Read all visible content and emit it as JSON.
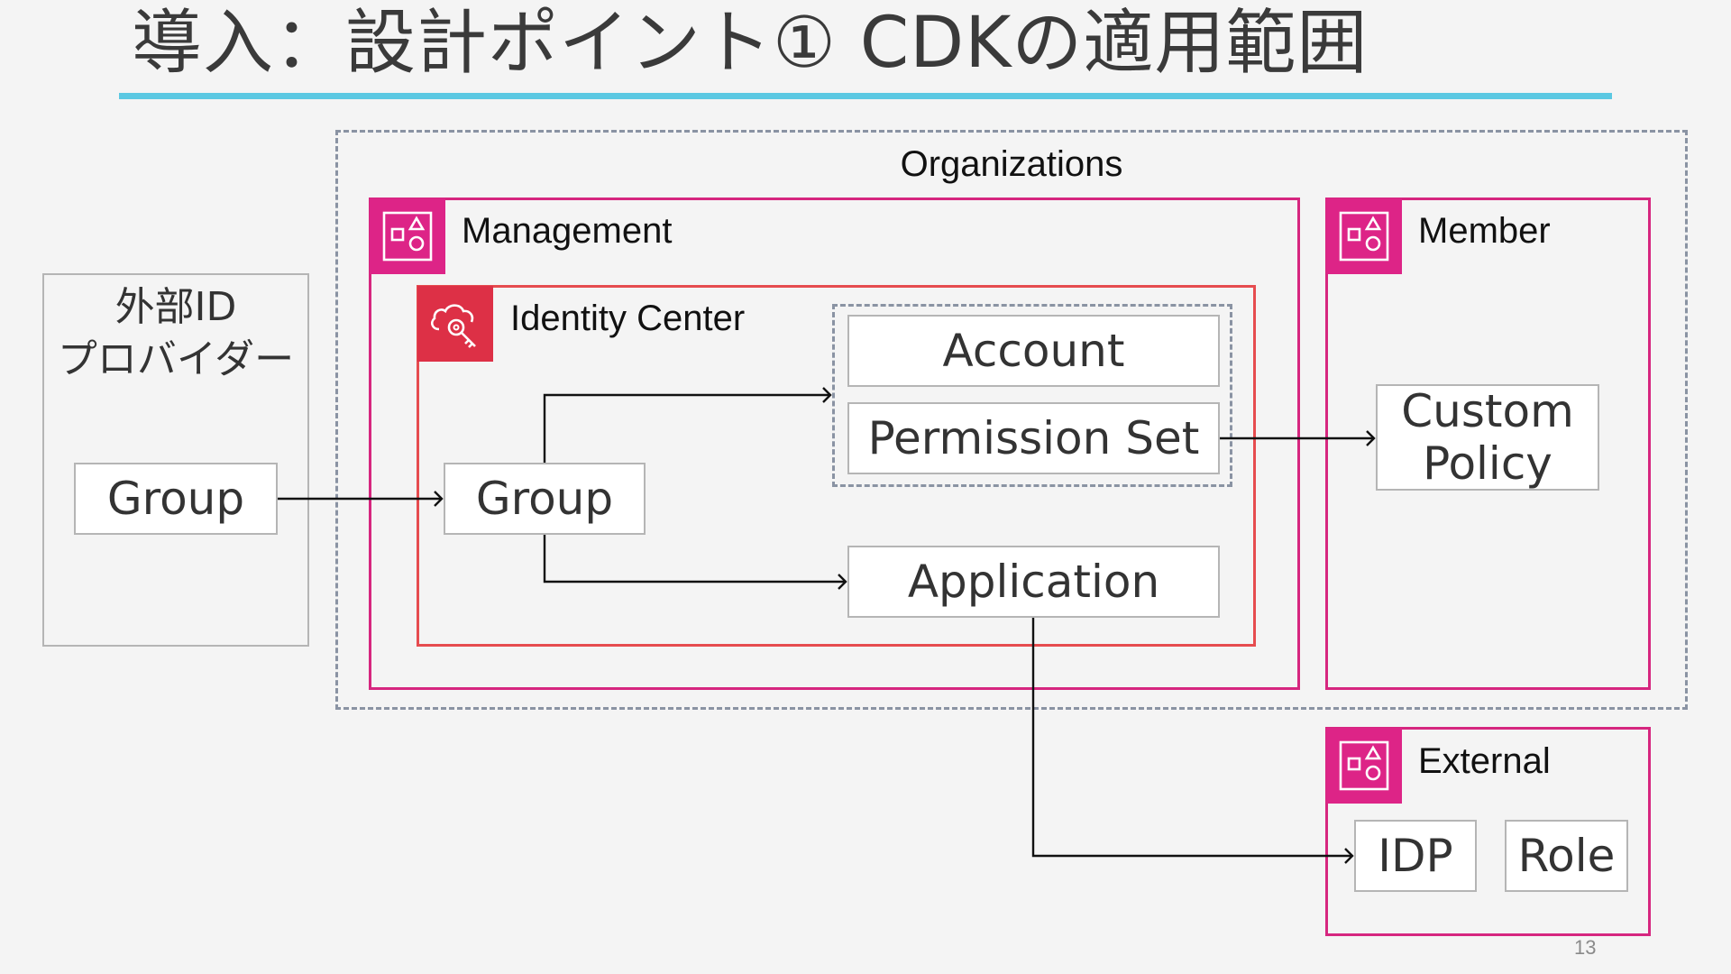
{
  "slide": {
    "title": "導入：設計ポイント① CDKの適用範囲",
    "page_number": "13"
  },
  "external_idp": {
    "title_line1": "外部ID",
    "title_line2": "プロバイダー",
    "group_label": "Group"
  },
  "organizations": {
    "label": "Organizations"
  },
  "management": {
    "label": "Management",
    "icon": "aws-account-icon"
  },
  "identity_center": {
    "label": "Identity Center",
    "icon": "identity-center-icon",
    "group_label": "Group",
    "account_label": "Account",
    "permission_set_label": "Permission Set",
    "application_label": "Application"
  },
  "member": {
    "label": "Member",
    "icon": "aws-account-icon",
    "custom_policy_line1": "Custom",
    "custom_policy_line2": "Policy"
  },
  "external": {
    "label": "External",
    "icon": "aws-account-icon",
    "idp_label": "IDP",
    "role_label": "Role"
  },
  "colors": {
    "accent_rule": "#5bc8e2",
    "account_border": "#d6267f",
    "identity_center_border": "#e64c4f"
  }
}
